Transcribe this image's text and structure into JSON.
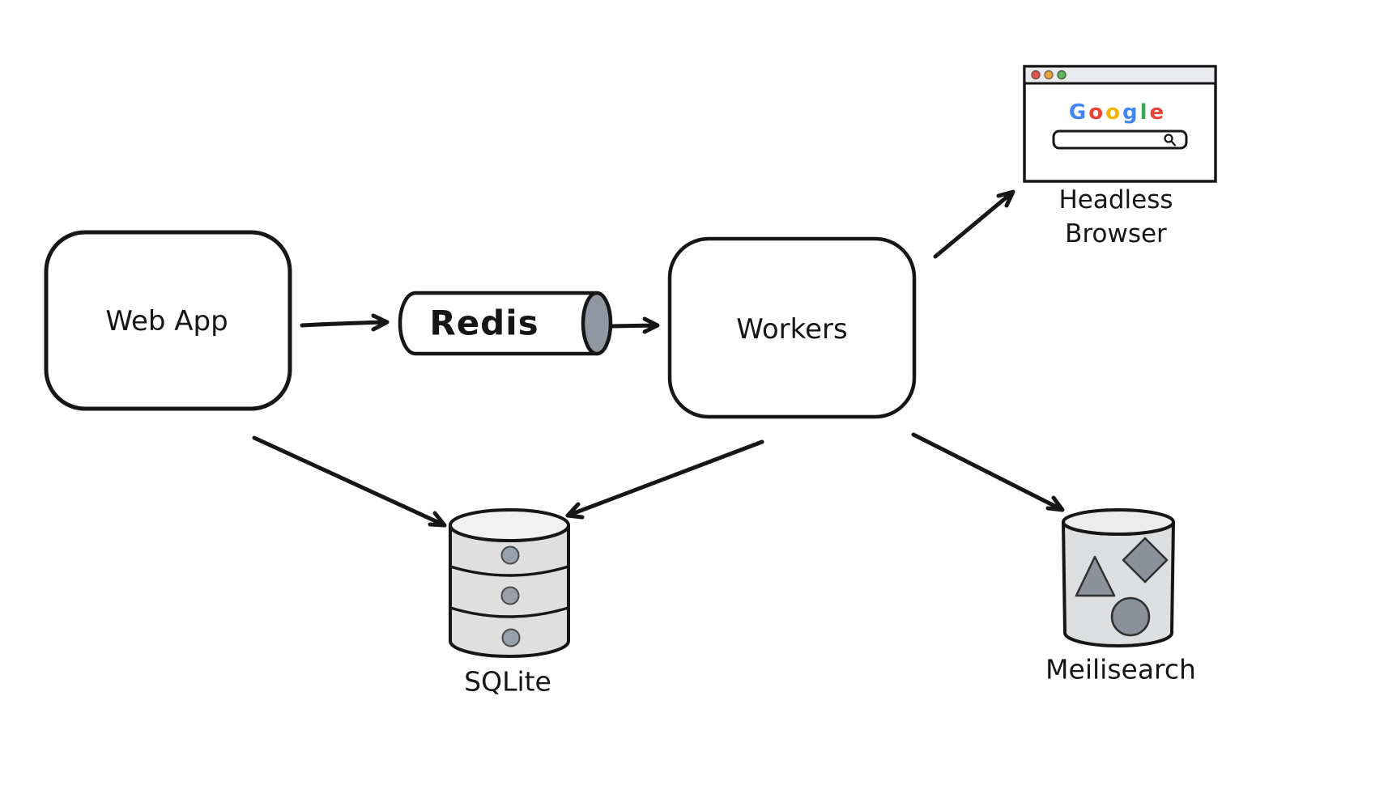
{
  "diagram": {
    "nodes": {
      "web_app": {
        "label": "Web App"
      },
      "redis": {
        "label": "Redis"
      },
      "workers": {
        "label": "Workers"
      },
      "headless_browser": {
        "caption_line1": "Headless",
        "caption_line2": "Browser"
      },
      "sqlite": {
        "label": "SQLite"
      },
      "meilisearch": {
        "label": "Meilisearch"
      }
    },
    "browser_chrome": {
      "google_letters": [
        "G",
        "o",
        "o",
        "g",
        "l",
        "e"
      ],
      "google_colors": [
        "#4285F4",
        "#EA4335",
        "#F4B400",
        "#4285F4",
        "#34A853",
        "#EA4335"
      ],
      "traffic_lights": [
        "#e0564f",
        "#e8a33d",
        "#5fb85f"
      ]
    },
    "edges": [
      {
        "from": "web_app",
        "to": "redis"
      },
      {
        "from": "redis",
        "to": "workers"
      },
      {
        "from": "workers",
        "to": "headless_browser"
      },
      {
        "from": "web_app",
        "to": "sqlite"
      },
      {
        "from": "workers",
        "to": "sqlite"
      },
      {
        "from": "workers",
        "to": "meilisearch"
      }
    ],
    "colors": {
      "stroke": "#161616",
      "cylinder_body": "#dfdfdf",
      "cylinder_top": "#f1f1f1",
      "redis_cap": "#8f97a3",
      "inner_shape": "#8b919b",
      "titlebar": "#e9ebee"
    }
  }
}
